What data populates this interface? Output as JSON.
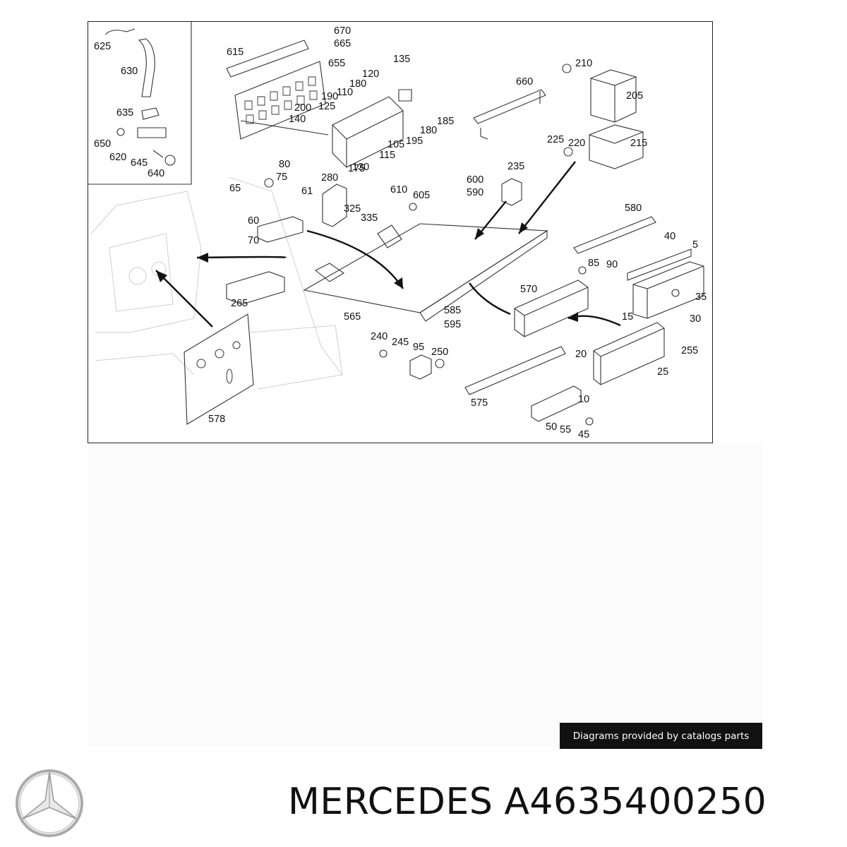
{
  "labels": [
    "625",
    "630",
    "635",
    "650",
    "620",
    "645",
    "640",
    "615",
    "670",
    "665",
    "655",
    "135",
    "120",
    "180",
    "190",
    "110",
    "200",
    "125",
    "140",
    "185",
    "180",
    "195",
    "105",
    "115",
    "130",
    "175",
    "660",
    "210",
    "205",
    "225",
    "220",
    "215",
    "235",
    "600",
    "590",
    "610",
    "605",
    "280",
    "325",
    "335",
    "80",
    "75",
    "61",
    "65",
    "60",
    "70",
    "265",
    "565",
    "585",
    "595",
    "580",
    "40",
    "5",
    "85",
    "90",
    "35",
    "570",
    "15",
    "30",
    "240",
    "245",
    "95",
    "250",
    "20",
    "255",
    "25",
    "575",
    "10",
    "50",
    "55",
    "45",
    "578"
  ],
  "credit": "Diagrams provided by catalogs parts",
  "brand": "MERCEDES",
  "part_number": "A4635400250"
}
